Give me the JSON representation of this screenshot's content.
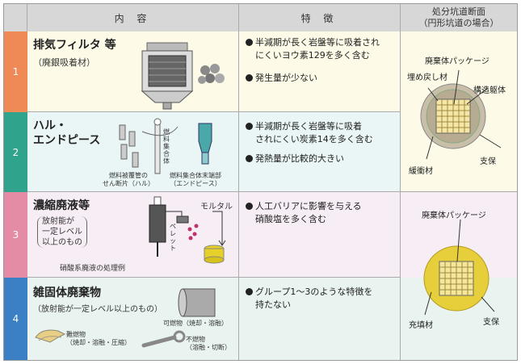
{
  "header": {
    "col_content": "内 容",
    "col_features": "特 徴",
    "col_section_line1": "処分坑道断面",
    "col_section_line2": "（円形坑道の場合）"
  },
  "rows": [
    {
      "number": "1",
      "title": "排気フィルタ 等",
      "subtitle": "（廃銀吸着材）",
      "features": [
        "半減期が長く岩盤等に吸着され",
        "にくいヨウ素129を多く含む",
        "発生量が少ない"
      ],
      "color": "#ef8a56",
      "bg": "#fdfbe8"
    },
    {
      "number": "2",
      "title_line1": "ハル・",
      "title_line2": "エンドピース",
      "diagram_labels": {
        "hull_line1": "燃料被覆管の",
        "hull_line2": "せん断片（ハル）",
        "assembly_vertical": "燃料集合体",
        "endpiece_line1": "燃料集合体末端部",
        "endpiece_line2": "（エンドピース）"
      },
      "features": [
        "半減期が長く岩盤等に吸着",
        "されにくい炭素14を多く含む",
        "発熱量が比較的大きい"
      ],
      "color": "#2fa38c",
      "bg": "#eaf6f6"
    },
    {
      "number": "3",
      "title": "濃縮廃液等",
      "sub_line1": "放射能が",
      "sub_line2": "一定レベル",
      "sub_line3": "以上のもの",
      "diagram_labels": {
        "mortar": "モルタル",
        "pellet": "ペレット",
        "caption": "硝酸系廃液の処理例"
      },
      "features": [
        "人工バリアに影響を与える",
        "硝酸塩を多く含む"
      ],
      "color": "#e48ca6",
      "bg": "#f7eef5"
    },
    {
      "number": "4",
      "title": "雑固体廃棄物",
      "subtitle": "（放射能が一定レベル以上のもの）",
      "diagram_labels": {
        "combustible": "可燃物（焼却・溶融）",
        "hard_line1": "難燃物",
        "hard_line2": "（焼却・溶融・圧縮）",
        "noncomb_line1": "不燃物",
        "noncomb_line2": "（溶融・切断）"
      },
      "features": [
        "グループ1～3のような特徴を",
        "持たない"
      ],
      "color": "#3b7fc4",
      "bg": "#e9f4f1"
    }
  ],
  "section_top": {
    "package": "廃棄体パッケージ",
    "backfill": "埋め戻し材",
    "structure": "構造躯体",
    "buffer": "緩衝材",
    "support": "支保"
  },
  "section_bottom": {
    "package": "廃棄体パッケージ",
    "filler": "充填材",
    "support": "支保"
  }
}
